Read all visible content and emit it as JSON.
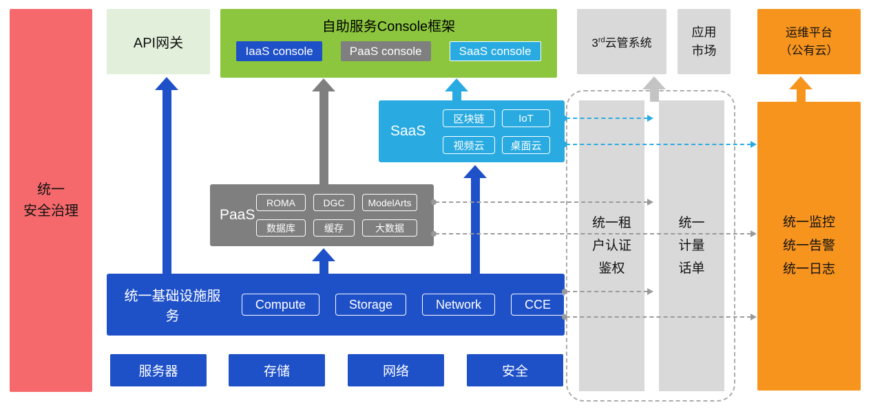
{
  "colors": {
    "blue": "#1E50C8",
    "cyan": "#29ABE2",
    "green": "#8CC63E",
    "light_green": "#E2EFDA",
    "gray": "#7F7F7F",
    "light_gray": "#D9D9D9",
    "orange": "#F7941E",
    "red": "#F5696C"
  },
  "security_bar": {
    "label": "统一\n安全治理"
  },
  "api_gateway": {
    "label": "API网关"
  },
  "console_framework": {
    "title": "自助服务Console框架",
    "items": [
      "IaaS console",
      "PaaS console",
      "SaaS console"
    ]
  },
  "third_party_cloud": {
    "base": "3",
    "superscript": "rd",
    "rest": "云管系统"
  },
  "app_market": {
    "label": "应用\n市场"
  },
  "ops_platform": {
    "label": "运维平台\n（公有云）"
  },
  "monitoring": {
    "label": "统一监控\n统一告警\n统一日志"
  },
  "saas": {
    "label": "SaaS",
    "items": [
      "区块链",
      "IoT",
      "视频云",
      "桌面云"
    ]
  },
  "paas": {
    "label": "PaaS",
    "items": [
      "ROMA",
      "DGC",
      "ModelArts",
      "数据库",
      "缓存",
      "大数据"
    ]
  },
  "infrastructure": {
    "label": "统一基础设施服务",
    "items": [
      "Compute",
      "Storage",
      "Network",
      "CCE"
    ]
  },
  "base_resources": [
    "服务器",
    "存储",
    "网络",
    "安全"
  ],
  "auth_bar": {
    "label": "统一租\n户认证\n鉴权"
  },
  "billing_bar": {
    "label": "统一\n计量\n话单"
  }
}
